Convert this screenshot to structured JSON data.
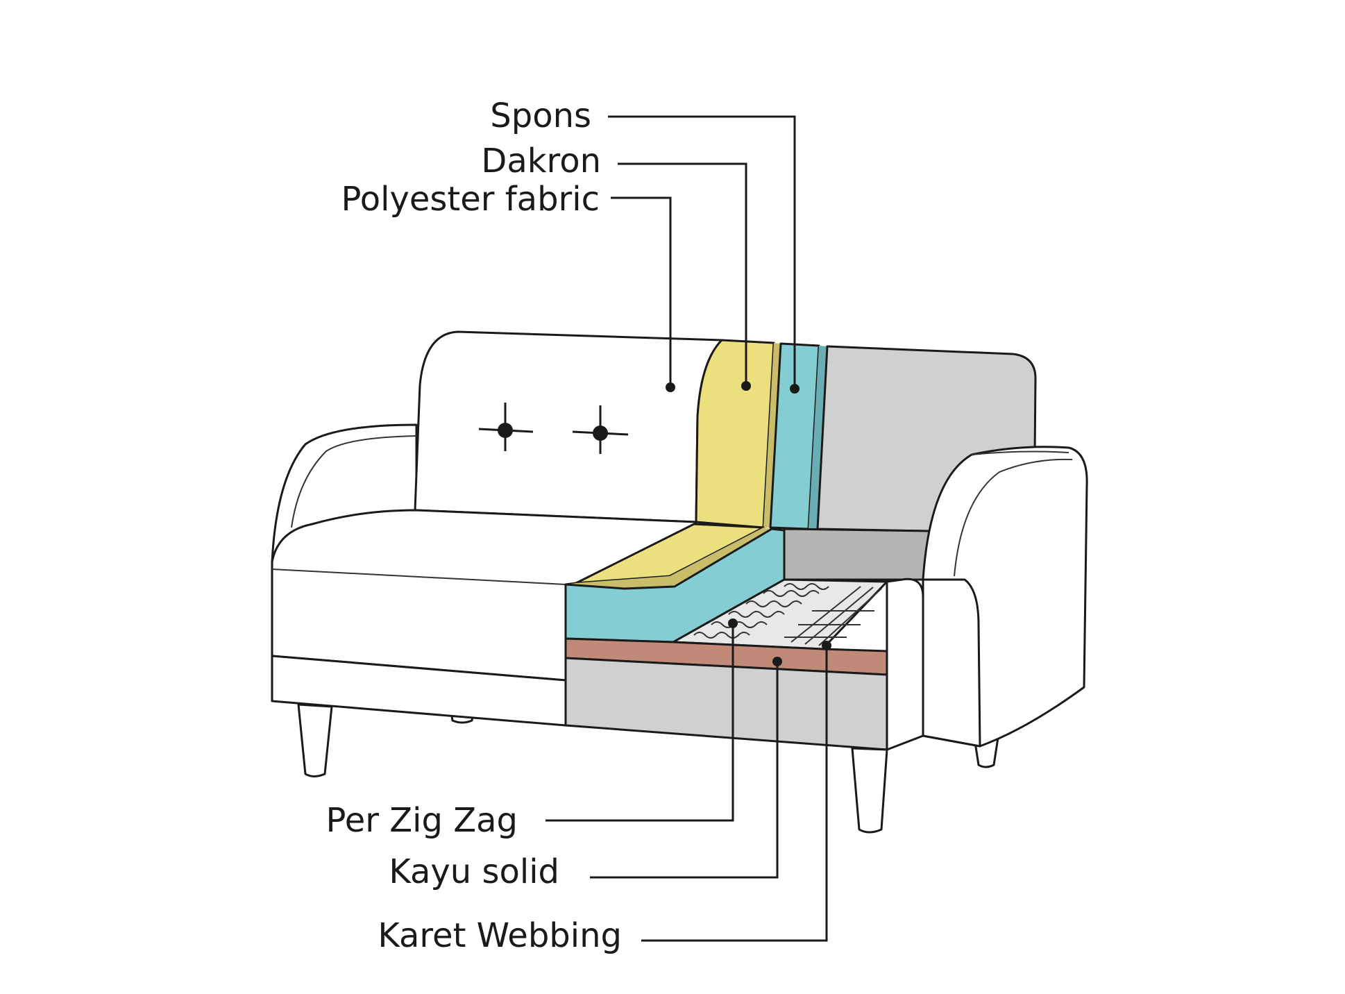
{
  "labels": {
    "spons": "Spons",
    "dakron": "Dakron",
    "polyester": "Polyester fabric",
    "zigzag": "Per Zig Zag",
    "kayu": "Kayu solid",
    "karet": "Karet Webbing"
  },
  "colors": {
    "dakron_yellow": "#ece07e",
    "dakron_shade": "#c9bd6a",
    "spons_teal": "#84cdd3",
    "spons_shade": "#6aaeb4",
    "frame_gray": "#d0d0d0",
    "inner_gray": "#b5b5b5",
    "wood_brown": "#c18a78",
    "outline": "#1a1a1a",
    "fabric_white": "#ffffff"
  }
}
